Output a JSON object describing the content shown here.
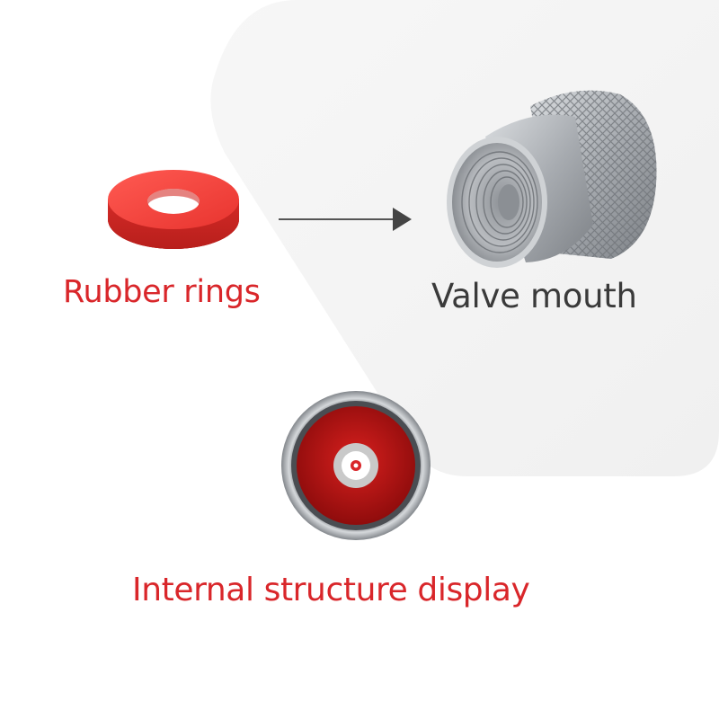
{
  "labels": {
    "rubber_rings": "Rubber rings",
    "valve_mouth": "Valve mouth",
    "internal_structure": "Internal structure display"
  },
  "colors": {
    "accent_red": "#d9262a",
    "text_dark": "#3a3a3a",
    "ring_red": "#e8342f",
    "metal": "#a9adb2",
    "panel": "#f3f3f3"
  },
  "icons": [
    "rubber-ring-icon",
    "arrow-right-icon",
    "valve-cap-icon",
    "valve-cap-interior-icon"
  ]
}
